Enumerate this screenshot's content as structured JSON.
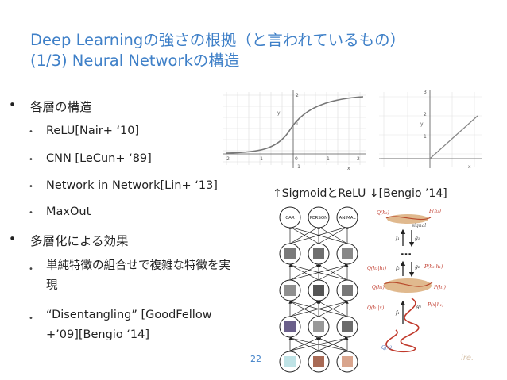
{
  "title": {
    "line1": "Deep Learningの強さの根拠（と言われているもの）",
    "line2": "(1/3) Neural Networkの構造"
  },
  "bullets": [
    {
      "text": "各層の構造",
      "level": 1
    },
    {
      "text": "ReLU[Nair+ ‘10]",
      "level": 2
    },
    {
      "text": "CNN [LeCun+ ‘89]",
      "level": 2
    },
    {
      "text": "Network in Network[Lin+ ‘13]",
      "level": 2
    },
    {
      "text": "MaxOut",
      "level": 2
    },
    {
      "text": "多層化による効果",
      "level": 1
    },
    {
      "text": "単純特徴の組合せで複雑な特徴を実現",
      "level": 2
    },
    {
      "text": "“Disentangling” [GoodFellow +’09][Bengio ‘14]",
      "level": 2
    }
  ],
  "figures": {
    "sigmoid": {
      "x_ticks": [
        "-2",
        "-1",
        "0",
        "1",
        "2"
      ],
      "y_ticks": [
        "2",
        "1",
        "-1"
      ],
      "y_label": "y",
      "x_label": "x"
    },
    "relu": {
      "y_label": "y",
      "x_label": "x",
      "y_ticks": [
        "3",
        "2",
        "1"
      ]
    },
    "caption": "↑SigmoidとReLU ↓[Bengio ’14]",
    "network": {
      "top_labels": [
        "CAR",
        "PERSON",
        "ANIMAL"
      ],
      "bottom_colors": [
        "#bfe3e6",
        "#a86a55",
        "#d9a58d"
      ],
      "top_colors": [
        "#ffffff",
        "#ffffff",
        "#ffffff"
      ]
    },
    "prob": {
      "labels": {
        "q_h3": "Q(h₃)",
        "p_h3": "P(h₃)",
        "signal": "signal",
        "f1": "f₁",
        "g1": "g₁",
        "q_h2_h1": "Q(h₂|h₁)",
        "p_h2_h1": "P(h₂|h₁)",
        "f2": "f₂",
        "g2": "g₂",
        "q_h1": "Q(h₁)",
        "p_h1": "P(h₁)",
        "q_h1_x": "Q(h₁|x)",
        "p_x_h1": "P(x|h₁)",
        "f3": "f₁",
        "g3": "g₁",
        "q_x": "Q(x)",
        "dots": "…"
      }
    }
  },
  "page_number": "22",
  "watermark": "ire."
}
